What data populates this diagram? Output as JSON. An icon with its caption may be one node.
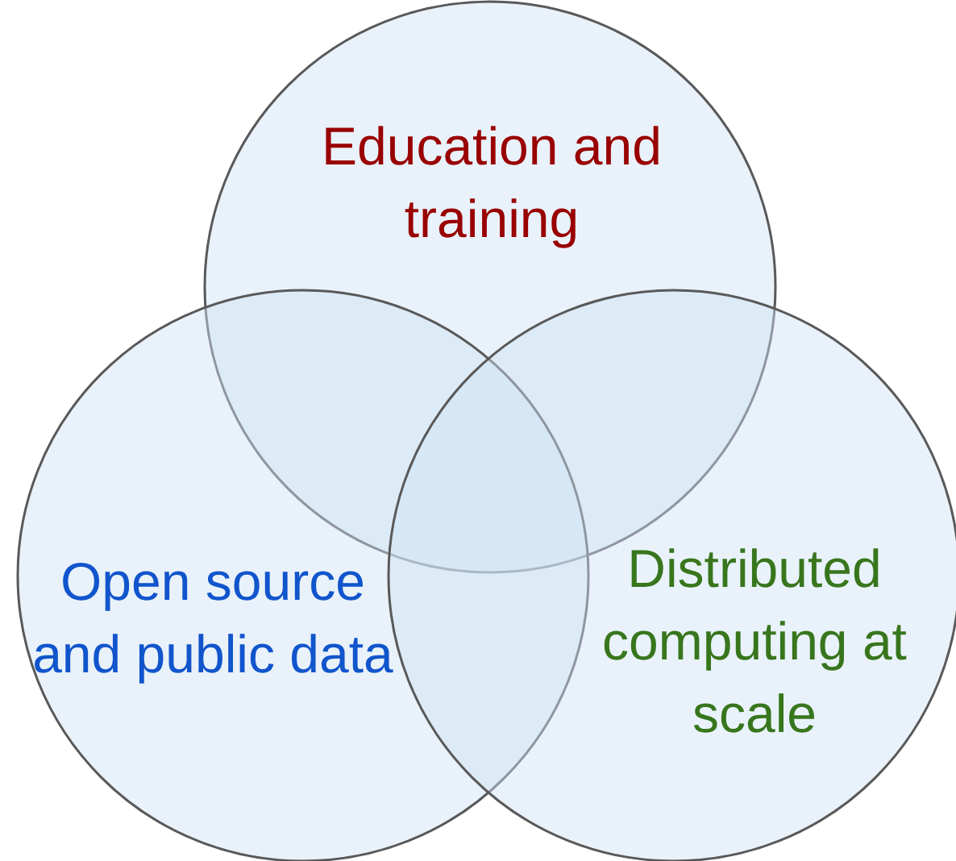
{
  "diagram": {
    "nodes": [
      {
        "text": [
          "Education and training"
        ]
      },
      {
        "text": [
          "Open source and public data"
        ]
      },
      {
        "text": [
          "Distributed computing at scale"
        ]
      }
    ],
    "edges": []
  }
}
